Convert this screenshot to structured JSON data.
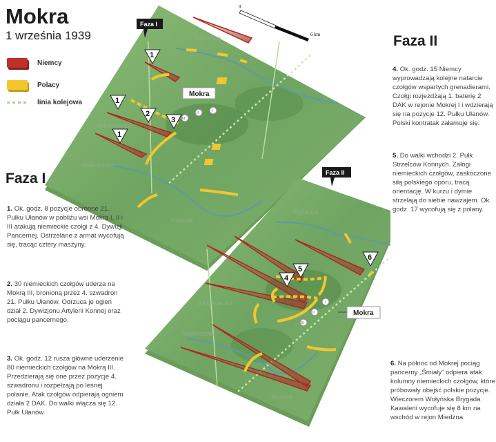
{
  "header": {
    "title": "Mokra",
    "subtitle": "1 września 1939"
  },
  "legend": [
    {
      "label": "Niemcy",
      "color": "#c0302a"
    },
    {
      "label": "Polacy",
      "color": "#f2c62f"
    },
    {
      "label": "linia kolejowa",
      "color": "#a9cf8e"
    }
  ],
  "scale": {
    "start": "0",
    "end": "6 km"
  },
  "map1": {
    "flag": "Faza I",
    "label": "Mokra",
    "towns": [
      "Rębielice",
      "Wilkowiecko",
      "Walenczów",
      "Kłobuck"
    ],
    "markers": [
      "1",
      "1",
      "2",
      "3",
      "1"
    ],
    "villages": [
      "III",
      "II",
      "I"
    ]
  },
  "map2": {
    "flag": "Faza II",
    "label": "Mokra",
    "towns": [
      "Rębielice",
      "Wilkowiecko",
      "Walenczów",
      "Kłobuck"
    ],
    "markers": [
      "4",
      "5",
      "6"
    ],
    "villages": [
      "I",
      "II",
      "III"
    ]
  },
  "phase1": {
    "heading": "Faza I",
    "items": [
      {
        "num": "1.",
        "text": "Ok. godz. 8 pozycje obronne 21. Pułku Ułanów w pobliżu wsi Mokra I, II i III atakują niemieckie czołgi z 4. Dywizji Pancernej. Ostrzelane z armat wycofują się, tracąc cztery maszyny."
      },
      {
        "num": "2.",
        "text": "30 niemieckich czołgów uderza na Mokrą III, bronioną przez 4. szwadron 21. Pułku Ułanów. Odrzuca je ogień dział 2. Dywizjonu Artylerii Konnej oraz pociągu pancernego."
      },
      {
        "num": "3.",
        "text": "Ok. godz. 12 rusza główne uderzenie 80 niemieckich czołgów na Mokrą III. Przedzierają się one przez pozycje 4. szwadronu i rozpełzają po leśnej polanie. Atak czołgów odpierają ogniem działa 2 DAK. Do walki włącza się 12. Pułk Ułanów."
      }
    ]
  },
  "phase2": {
    "heading": "Faza II",
    "items": [
      {
        "num": "4.",
        "text": "Ok. godz. 15 Niemcy wyprowadzają kolejne natarcie czołgów wspartych grenadierami. Czołgi rozjeżdżają 1. baterię 2 DAK w rejonie Mokrej I i wdzierają się na pozycje 12. Pułku Ułanów. Polski kontratak załamuje się."
      },
      {
        "num": "5.",
        "text": "Do walki wchodzi 2. Pułk Strzelców Konnych. Załogi niemieckich czołgów, zaskoczone siłą polskiego oporu, tracą orientację. W kurzu i dymie strzelają do siebie nawzajem. Ok. godz. 17 wycofują się z polany."
      },
      {
        "num": "6.",
        "text": "Na północ od Mokrej pociąg pancerny „Śmiały” odpiera atak kolumny niemieckich czołgów, które próbowały obejść polskie pozycje. Wieczorem Wołyńska Brygada Kawalerii wycofuje się 8 km na wschód w rejon Miedżna."
      }
    ]
  }
}
